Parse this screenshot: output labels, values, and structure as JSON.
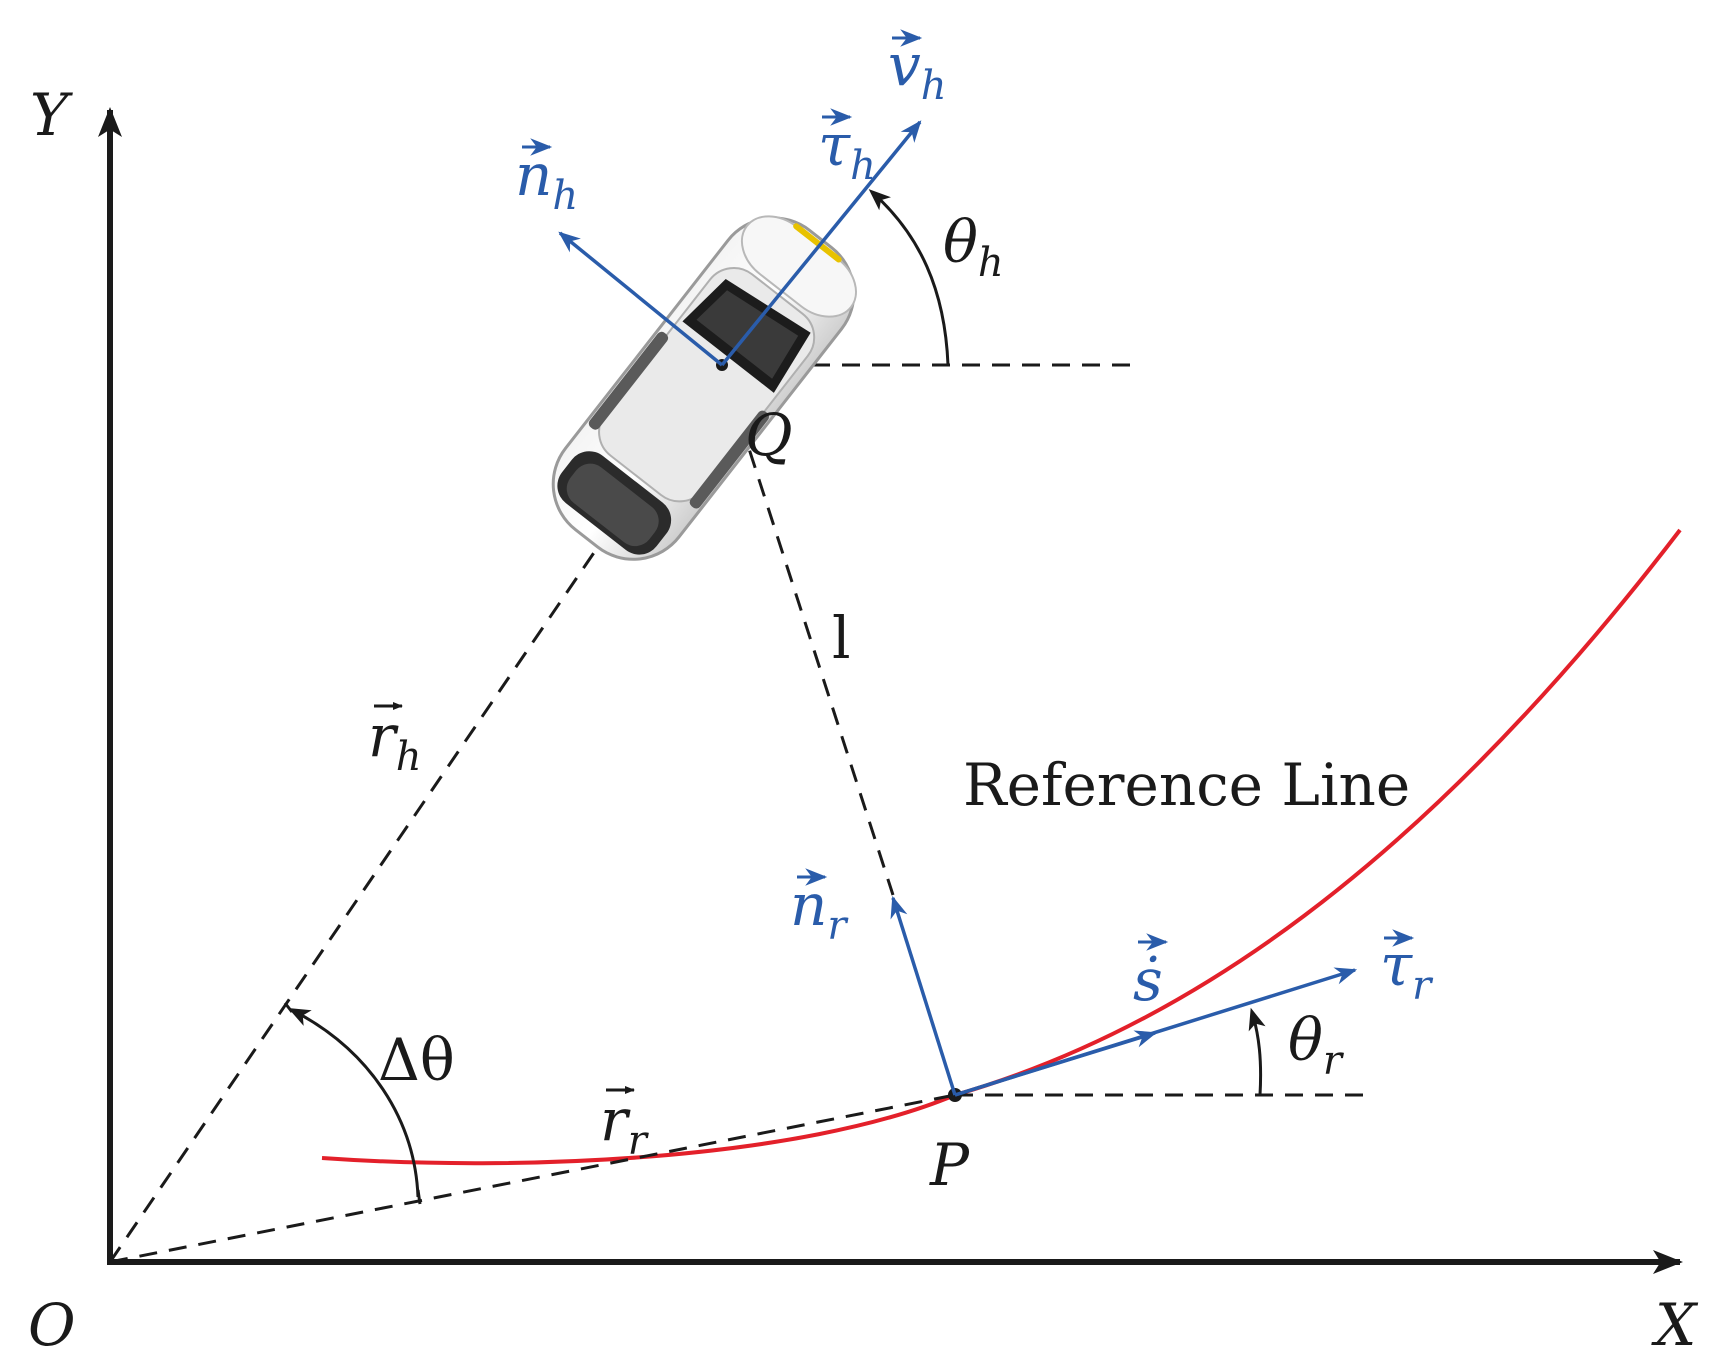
{
  "labels": {
    "axis_y": "Y",
    "axis_x": "X",
    "origin": "O",
    "point_q": "Q",
    "point_p": "P",
    "distance": "l",
    "reference_line": "Reference Line",
    "v_h": "v",
    "v_h_sub": "h",
    "tau_h": "τ",
    "tau_h_sub": "h",
    "n_h": "n",
    "n_h_sub": "h",
    "theta_h": "θ",
    "theta_h_sub": "h",
    "r_h": "r",
    "r_h_sub": "h",
    "delta_theta": "Δθ",
    "r_r": "r",
    "r_r_sub": "r",
    "n_r": "n",
    "n_r_sub": "r",
    "s_dot": "ṡ",
    "tau_r": "τ",
    "tau_r_sub": "r",
    "theta_r": "θ",
    "theta_r_sub": "r"
  },
  "colors": {
    "vector_blue": "#2a5caa",
    "reference_red": "#e3202a",
    "ink": "#1a1a1a"
  }
}
